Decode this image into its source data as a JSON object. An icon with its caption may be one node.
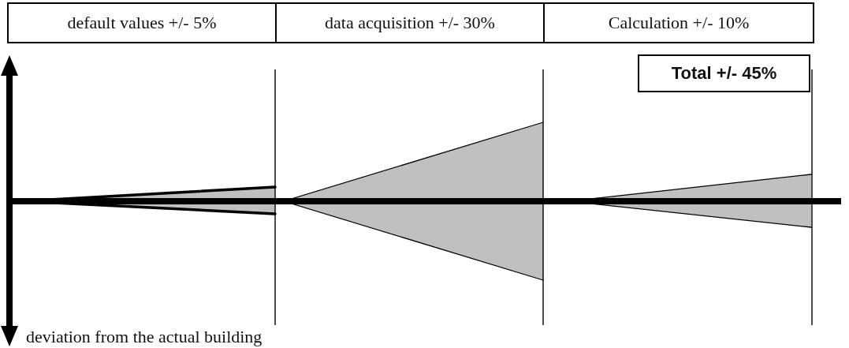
{
  "diagram": {
    "nodes": [
      {
        "text": [
          "default values +/- 5%"
        ]
      },
      {
        "text": [
          "data acquisition +/- 30%"
        ]
      },
      {
        "text": [
          "Calculation +/- 10%"
        ]
      },
      {
        "text": [
          "Total +/- 45%"
        ]
      }
    ],
    "labels": [
      "deviation from the actual building"
    ]
  }
}
